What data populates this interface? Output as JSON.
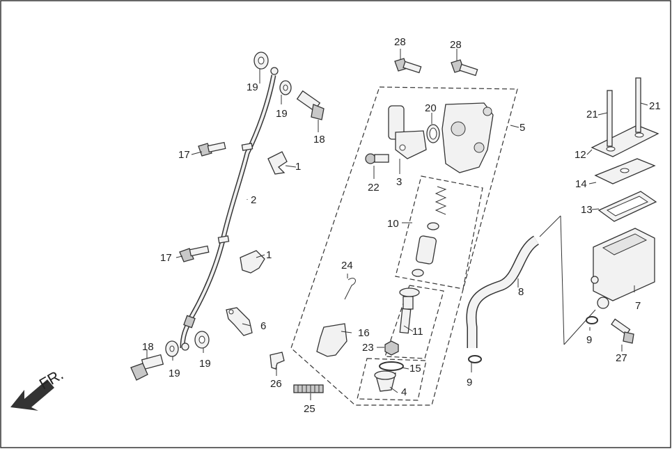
{
  "diagram": {
    "direction_label": "FR.",
    "callouts": [
      "1",
      "1",
      "2",
      "3",
      "4",
      "5",
      "6",
      "7",
      "8",
      "9",
      "9",
      "10",
      "11",
      "12",
      "13",
      "14",
      "15",
      "16",
      "17",
      "17",
      "18",
      "18",
      "19",
      "19",
      "19",
      "19",
      "20",
      "21",
      "21",
      "22",
      "23",
      "24",
      "25",
      "26",
      "27",
      "28",
      "28"
    ]
  }
}
